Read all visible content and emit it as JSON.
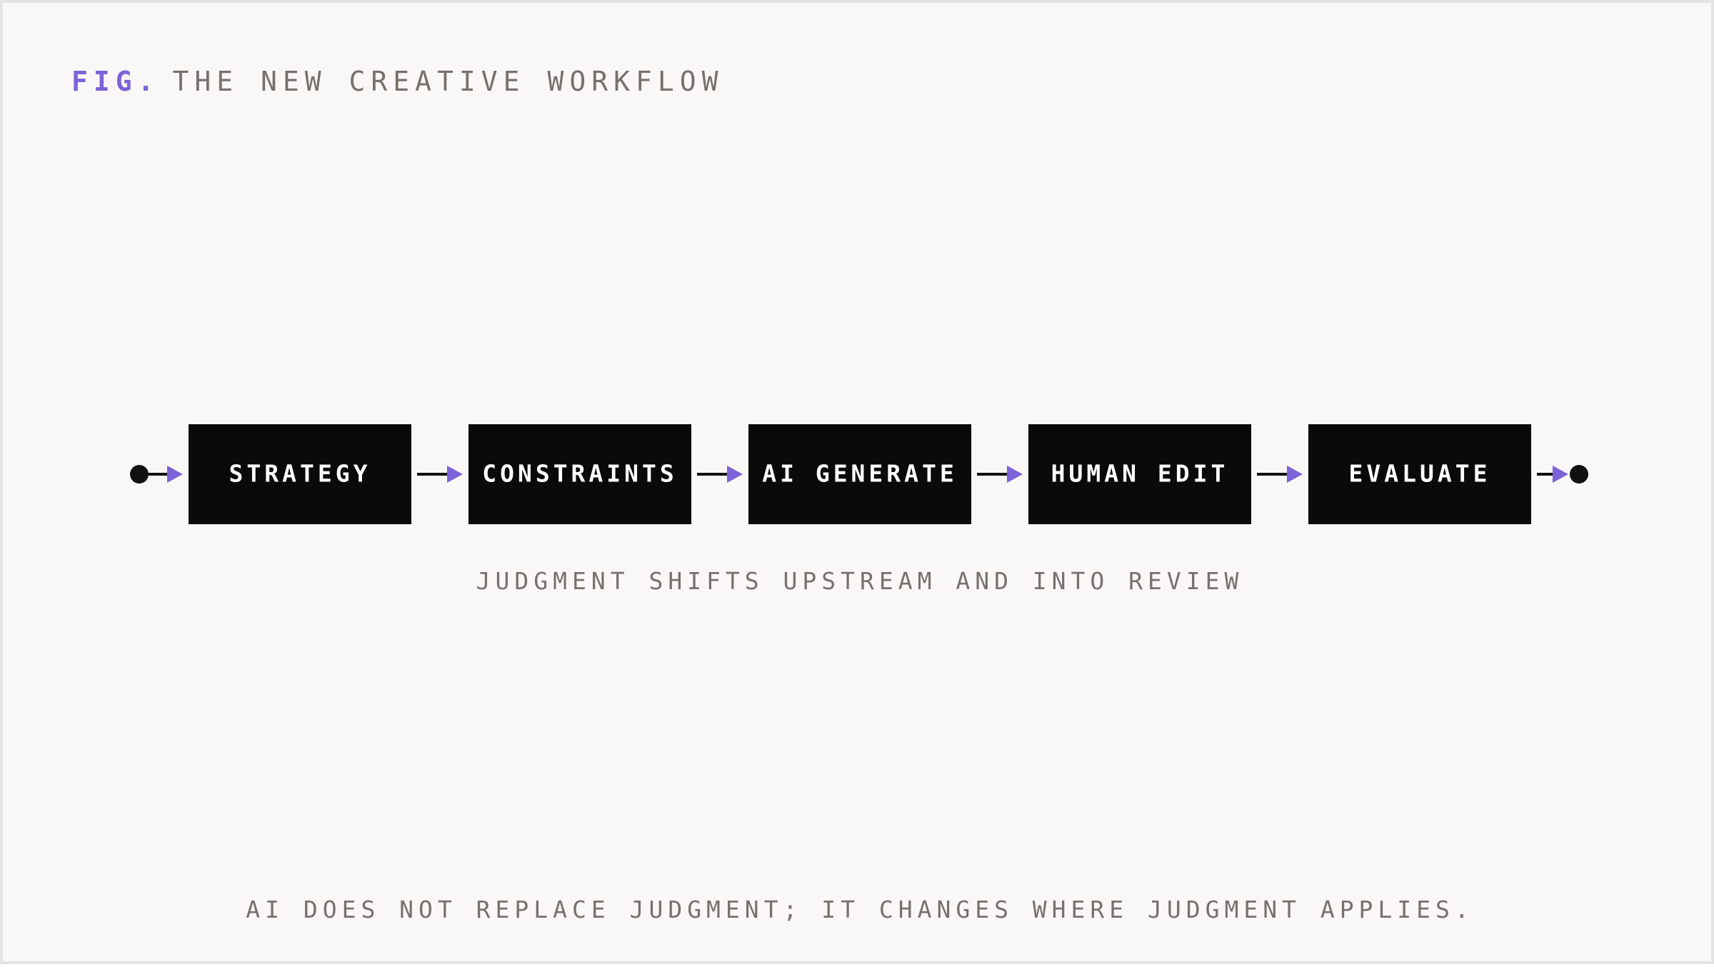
{
  "header": {
    "prefix": "FIG.",
    "title": "THE NEW CREATIVE WORKFLOW"
  },
  "diagram": {
    "steps": [
      {
        "label": "STRATEGY"
      },
      {
        "label": "CONSTRAINTS"
      },
      {
        "label": "AI GENERATE"
      },
      {
        "label": "HUMAN EDIT"
      },
      {
        "label": "EVALUATE"
      }
    ],
    "caption": "JUDGMENT SHIFTS UPSTREAM AND INTO REVIEW"
  },
  "footer": {
    "note": "AI DOES NOT REPLACE JUDGMENT; IT CHANGES WHERE JUDGMENT APPLIES."
  },
  "colors": {
    "background": "#f9f8f6",
    "box": "#0a0a0a",
    "accent": "#7b63d8",
    "muted_text": "#77716c"
  }
}
